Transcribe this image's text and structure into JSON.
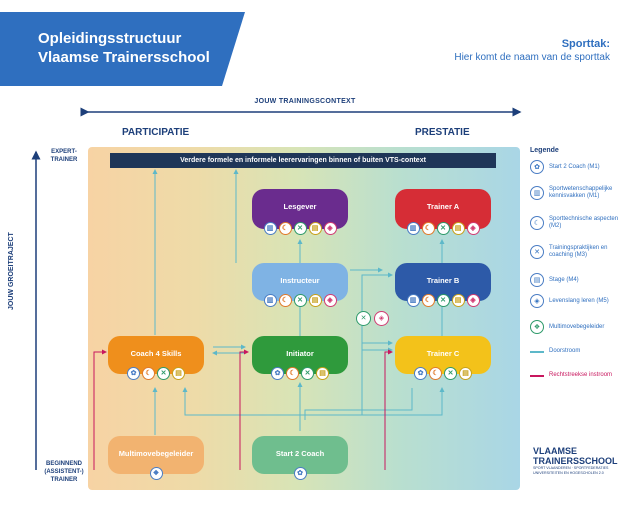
{
  "header": {
    "title_line1": "Opleidingsstructuur",
    "title_line2": "Vlaamse Trainersschool",
    "sport_label": "Sporttak:",
    "sport_value": "Hier komt de naam van de sporttak"
  },
  "axes": {
    "context": "JOUW TRAININGSCONTEXT",
    "participation": "PARTICIPATIE",
    "performance": "PRESTATIE",
    "expert_top": "EXPERT-",
    "expert_bottom": "TRAINER",
    "growth": "JOUW GROEITRAJECT",
    "beginner_line1": "BEGINNEND",
    "beginner_line2": "(ASSISTENT-)",
    "beginner_line3": "TRAINER"
  },
  "banner_text": "Verdere formele en informele leerervaringen binnen of buiten VTS-context",
  "nodes": {
    "lesgever": "Lesgever",
    "trainer_a": "Trainer A",
    "instructeur": "Instructeur",
    "trainer_b": "Trainer B",
    "coach4": "Coach 4 Skills",
    "initiator": "Initiator",
    "trainer_c": "Trainer C",
    "multimove": "Multimovebegeleider",
    "start2coach": "Start 2 Coach"
  },
  "colors": {
    "lesgever": "#6a2c8e",
    "trainer_a": "#d62d36",
    "instructeur": "#7fb3e4",
    "trainer_b": "#2d5aa8",
    "coach4": "#ef8f1c",
    "initiator": "#2f9a3c",
    "trainer_c": "#f3c21a",
    "multimove": "#f2b370",
    "start2coach": "#6fbe8e",
    "doorstroom": "#5db8c9",
    "rechtstreeks": "#c8175e"
  },
  "legend": {
    "title": "Legende",
    "items": [
      {
        "label": "Start 2 Coach (M1)",
        "icon": "people-icon",
        "glyph": "✿"
      },
      {
        "label": "Sportwetenschappelijke kennisvakken (M1)",
        "icon": "book-icon",
        "glyph": "▥"
      },
      {
        "label": "Sporttechnische aspecten (M2)",
        "icon": "whistle-icon",
        "glyph": "☾"
      },
      {
        "label": "Trainingspraktijken en coaching (M3)",
        "icon": "tools-icon",
        "glyph": "✕"
      },
      {
        "label": "Stage (M4)",
        "icon": "clipboard-icon",
        "glyph": "▤"
      },
      {
        "label": "Levenslang leren (M5)",
        "icon": "graduation-icon",
        "glyph": "◈"
      },
      {
        "label": "Multimovebegeleider",
        "icon": "runner-icon",
        "glyph": "❖"
      },
      {
        "label": "Doorstroom",
        "icon": "doorstroom-line"
      },
      {
        "label": "Rechtstreekse instroom",
        "icon": "instroom-line"
      }
    ]
  },
  "brand": {
    "line1": "VLAAMSE",
    "line2": "TRAINERSSCHOOL",
    "sub": "SPORT VLAANDEREN · SPORTFEDERATIES UNIVERSITEITEN EN HOGESCHOLEN 2.0"
  }
}
